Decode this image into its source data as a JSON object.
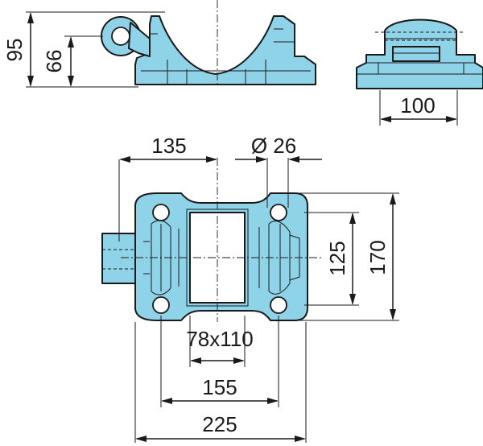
{
  "dimensions": {
    "side_height_total": "95",
    "side_height_axis": "66",
    "end_width": "100",
    "axis_offset": "135",
    "hole_diameter": "Ø 26",
    "bore_size": "78x110",
    "bolt_spacing_long": "155",
    "overall_length": "225",
    "bolt_spacing_short": "125",
    "overall_width": "170"
  },
  "colors": {
    "part_fill": "#8fd3e8",
    "outline": "#1a1a1a",
    "background": "#ffffff"
  }
}
